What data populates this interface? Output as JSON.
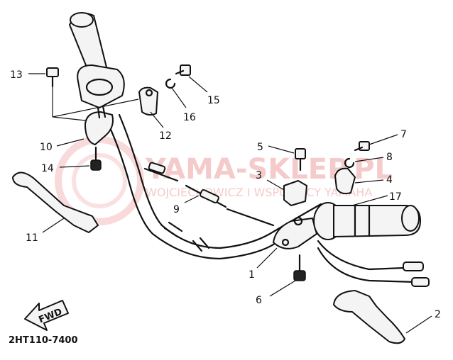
{
  "diagram": {
    "code": "2HT110-7400",
    "fwd_label": "FWD",
    "watermark": {
      "main": "YAMA-SKLEP.PL",
      "sub": "WOJCIECHOWICZ I WSPÓLNICY  YAMAHA"
    },
    "callouts": [
      "1",
      "2",
      "3",
      "4",
      "5",
      "6",
      "7",
      "8",
      "9",
      "10",
      "11",
      "12",
      "13",
      "14",
      "15",
      "16",
      "17"
    ]
  }
}
